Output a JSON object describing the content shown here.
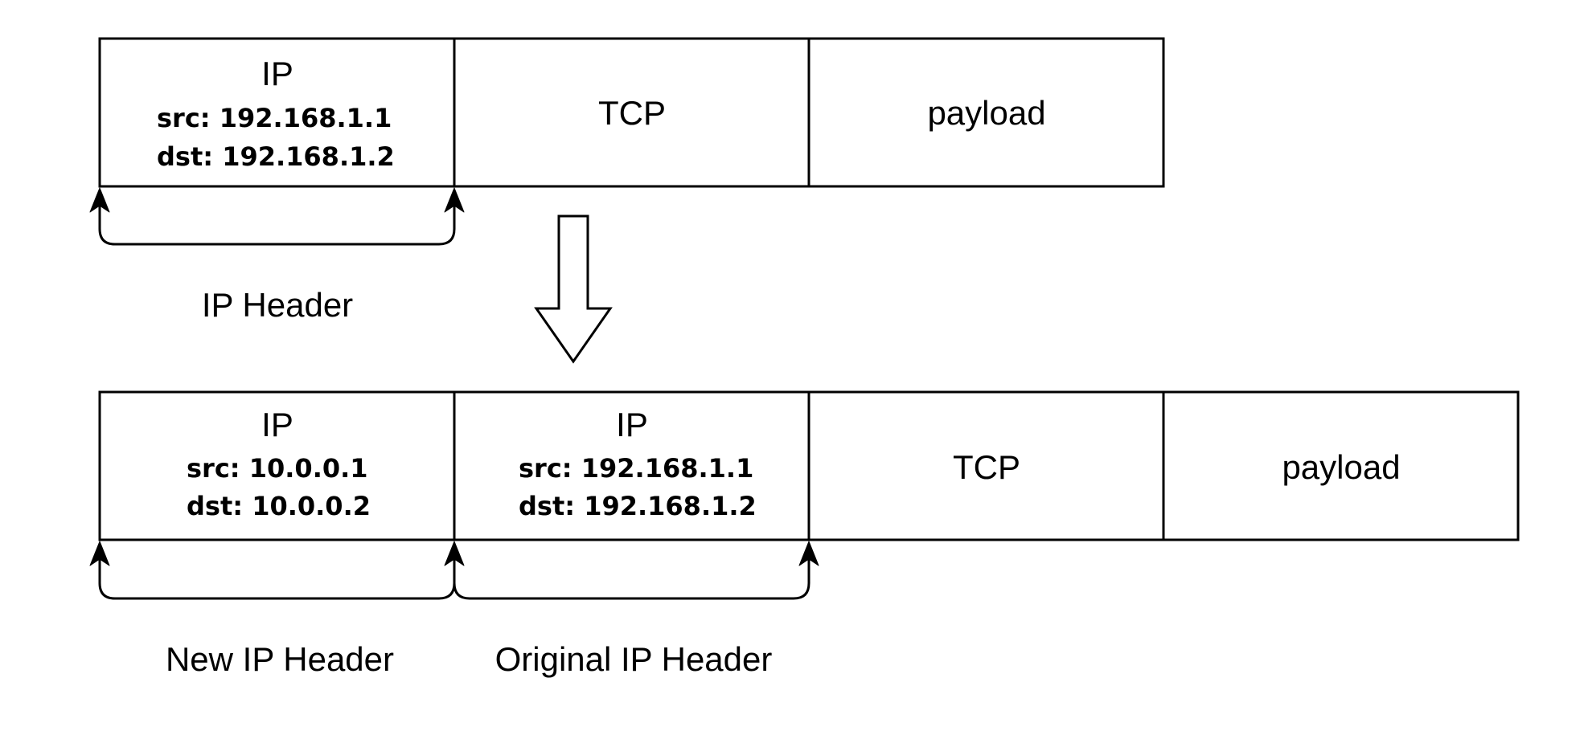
{
  "original_packet": {
    "cells": [
      {
        "title": "IP",
        "src": "src: 192.168.1.1",
        "dst": "dst: 192.168.1.2"
      },
      {
        "title": "TCP"
      },
      {
        "title": "payload"
      }
    ],
    "header_label": "IP Header"
  },
  "encapsulated_packet": {
    "cells": [
      {
        "title": "IP",
        "src": "src: 10.0.0.1",
        "dst": "dst: 10.0.0.2"
      },
      {
        "title": "IP",
        "src": "src: 192.168.1.1",
        "dst": "dst: 192.168.1.2"
      },
      {
        "title": "TCP"
      },
      {
        "title": "payload"
      }
    ],
    "new_header_label": "New IP Header",
    "original_header_label": "Original IP Header"
  }
}
